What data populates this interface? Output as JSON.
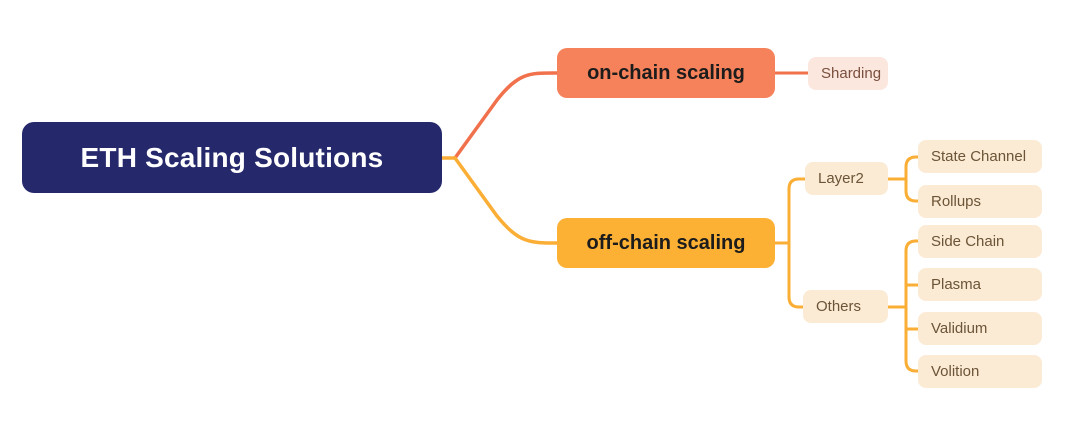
{
  "diagram": {
    "type": "mind-map",
    "title": "ETH Scaling Solutions",
    "background": "#ffffff",
    "colors": {
      "root_bg": "#25286B",
      "root_text": "#ffffff",
      "onchain_bg": "#F5825A",
      "offchain_bg": "#FCB034",
      "pink_leaf_bg": "#FCE7DE",
      "cream_leaf_bg": "#FCEBD4",
      "leaf_text": "#6B5437",
      "connector_coral": "#F0714C",
      "connector_amber": "#FBAE35"
    },
    "root": {
      "label": "ETH Scaling Solutions"
    },
    "branches": [
      {
        "id": "on-chain",
        "label": "on-chain scaling",
        "accent": "#F5825A",
        "children": [
          {
            "id": "sharding",
            "label": "Sharding"
          }
        ]
      },
      {
        "id": "off-chain",
        "label": "off-chain scaling",
        "accent": "#FCB034",
        "children": [
          {
            "id": "layer2",
            "label": "Layer2",
            "children": [
              {
                "id": "state-channel",
                "label": "State Channel"
              },
              {
                "id": "rollups",
                "label": "Rollups"
              }
            ]
          },
          {
            "id": "others",
            "label": "Others",
            "children": [
              {
                "id": "side-chain",
                "label": "Side Chain"
              },
              {
                "id": "plasma",
                "label": "Plasma"
              },
              {
                "id": "validium",
                "label": "Validium"
              },
              {
                "id": "volition",
                "label": "Volition"
              }
            ]
          }
        ]
      }
    ]
  }
}
